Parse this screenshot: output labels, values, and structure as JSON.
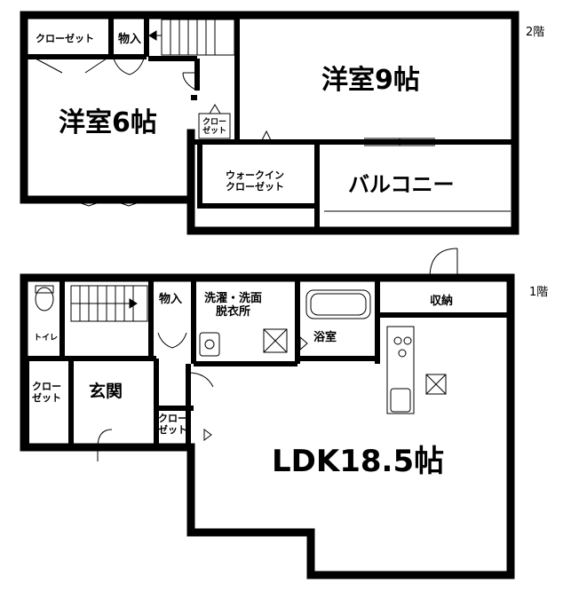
{
  "floor2": {
    "floor_label": "2階",
    "rooms": {
      "western_9": "洋室9帖",
      "western_6": "洋室6帖",
      "closet_top": "クローゼット",
      "storage_top": "物入",
      "closet_small_l1": "クロー",
      "closet_small_l2": "ゼット",
      "walkin_l1": "ウォークイン",
      "walkin_l2": "クローゼット",
      "balcony": "バルコニー"
    }
  },
  "floor1": {
    "floor_label": "1階",
    "rooms": {
      "storage": "物入",
      "washroom_l1": "洗濯・洗面",
      "washroom_l2": "脱衣所",
      "bath": "浴室",
      "storage_right": "収納",
      "toilet": "トイレ",
      "closet_left_l1": "クロー",
      "closet_left_l2": "ゼット",
      "entrance": "玄関",
      "closet_mid_l1": "クロー",
      "closet_mid_l2": "ゼット",
      "ldk": "LDK18.5帖"
    }
  }
}
